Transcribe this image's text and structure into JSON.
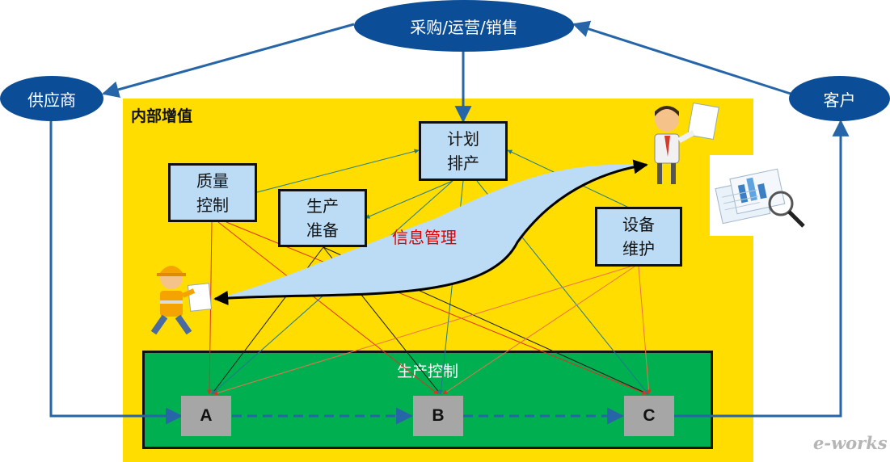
{
  "diagram": {
    "top_node": "采购/运营/销售",
    "supplier": "供应商",
    "customer": "客户",
    "inner_zone_title": "内部增值",
    "planning": [
      "计划",
      "排产"
    ],
    "quality": [
      "质量",
      "控制"
    ],
    "preparation": [
      "生产",
      "准备"
    ],
    "maintenance": [
      "设备",
      "维护"
    ],
    "info_management": "信息管理",
    "production_control": "生产控制",
    "stages": [
      "A",
      "B",
      "C"
    ]
  },
  "watermark": "e-works",
  "colors": {
    "ellipse": "#0b4d96",
    "inner_zone": "#ffdd00",
    "production_zone": "#00b050",
    "box_fill": "#bcdcf6",
    "info_flow": "#bcdcf6",
    "stage_fill": "#a6a6a6",
    "flow_line": "#2666a8",
    "teal_line": "#1f7a8c",
    "red_line": "#e03020"
  }
}
